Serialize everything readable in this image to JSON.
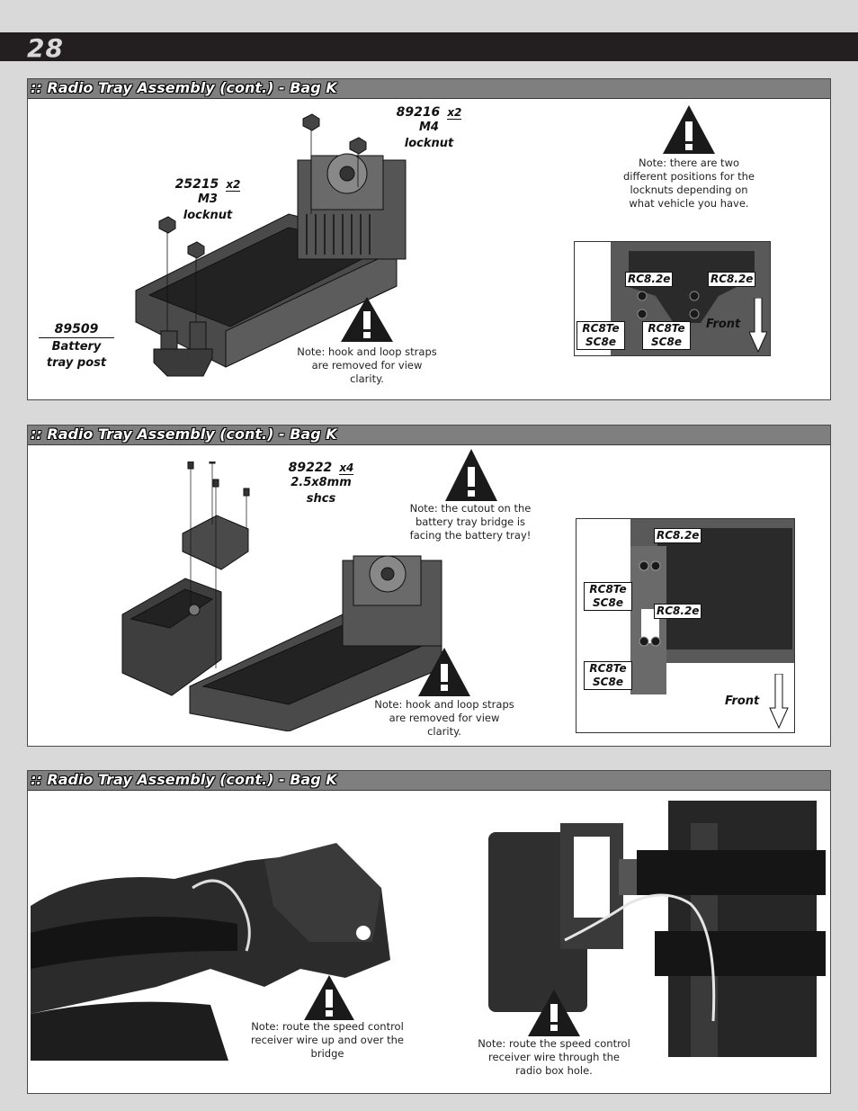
{
  "page": {
    "number": "28"
  },
  "sections": [
    {
      "title": ":: Radio Tray Assembly (cont.) - Bag K",
      "parts": [
        {
          "number": "89216",
          "qty": "x2",
          "name_line1": "M4",
          "name_line2": "locknut"
        },
        {
          "number": "25215",
          "qty": "x2",
          "name_line1": "M3",
          "name_line2": "locknut"
        },
        {
          "number": "89509",
          "name_line1": "Battery",
          "name_line2": "tray post"
        }
      ],
      "notes": [
        "Note:  there are two different positions for the locknuts depending on what vehicle you have.",
        "Note:  hook and loop straps are removed for view clarity."
      ],
      "inset_tags": [
        "RC8.2e",
        "RC8.2e",
        "RC8Te SC8e",
        "RC8Te SC8e"
      ],
      "front_label": "Front"
    },
    {
      "title": ":: Radio Tray Assembly (cont.) - Bag K",
      "parts": [
        {
          "number": "89222",
          "qty": "x4",
          "name_line1": "2.5x8mm",
          "name_line2": "shcs"
        }
      ],
      "notes": [
        "Note:  the cutout on the battery tray bridge is facing the battery tray!",
        "Note:  hook and loop straps are removed for view clarity."
      ],
      "inset_tags": [
        "RC8.2e",
        "RC8Te SC8e",
        "RC8.2e",
        "RC8Te SC8e"
      ],
      "front_label": "Front"
    },
    {
      "title": ":: Radio Tray Assembly (cont.) - Bag K",
      "notes": [
        "Note:  route the speed control receiver wire up and over the bridge",
        "Note:  route the speed control receiver wire through the radio box hole."
      ]
    }
  ],
  "colors": {
    "header_bg": "#231f20",
    "title_bar": "#7f7f7f",
    "page_bg": "#d9d9d9"
  },
  "icons": [
    "warning-triangle-icon",
    "down-arrow-icon"
  ]
}
